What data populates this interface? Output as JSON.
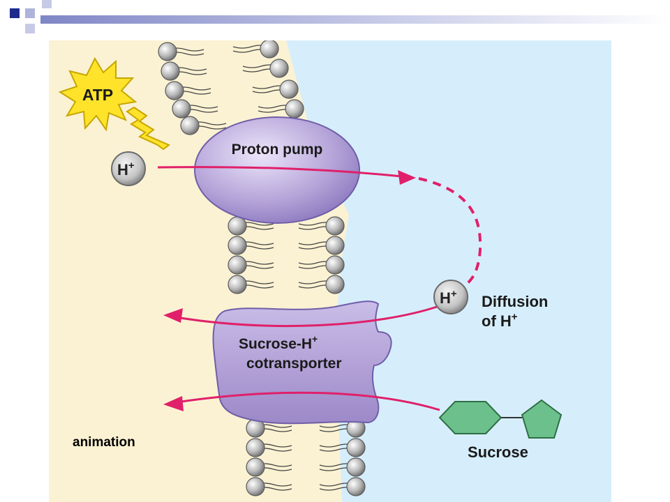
{
  "slide": {
    "animation_link": "animation"
  },
  "diagram": {
    "atp_label": "ATP",
    "pump_label": "Proton pump",
    "proton_label_left": "H",
    "proton_label_right": "H",
    "proton_charge": "+",
    "diffusion_line1": "Diffusion",
    "diffusion_line2": "of H",
    "cotransporter_line1": "Sucrose-H",
    "cotransporter_line2": "cotransporter",
    "sucrose_label": "Sucrose"
  },
  "colors": {
    "cytoplasm": "#fbf2d3",
    "exterior": "#d6eefb",
    "protein": "#b4a3d8",
    "arrow": "#e0206a",
    "sucrose": "#6cc08c",
    "atp_star": "#ffe32a",
    "logo": "#1c2a8c"
  }
}
